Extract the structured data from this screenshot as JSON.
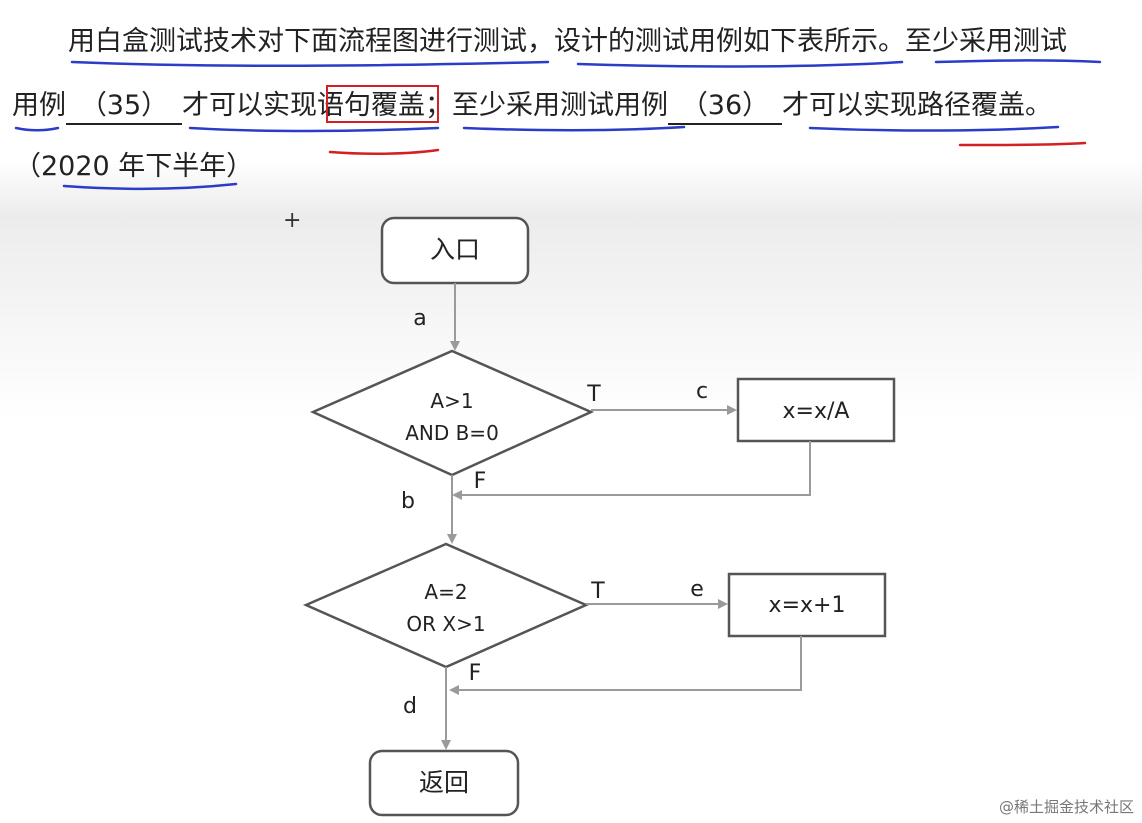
{
  "question": {
    "line1": "用白盒测试技术对下面流程图进行测试，设计的测试用例如下表所示。至少采用测试",
    "line2_a": "用例",
    "blank1": "（35）",
    "line2_b": "才可以实现语句覆盖；至少采用测试用例",
    "blank2": "（36）",
    "line2_c": "才可以实现路径覆盖。",
    "line3": "（2020 年下半年）"
  },
  "flowchart": {
    "entry": "入口",
    "edge_a": "a",
    "decision1_line1": "A>1",
    "decision1_line2": "AND B=0",
    "true1": "T",
    "edge_c": "c",
    "process1": "x=x/A",
    "false1": "F",
    "edge_b": "b",
    "decision2_line1": "A=2",
    "decision2_line2": "OR X>1",
    "true2": "T",
    "edge_e": "e",
    "process2": "x=x+1",
    "false2": "F",
    "edge_d": "d",
    "exit": "返回"
  },
  "cursor": "+",
  "watermark": "@稀土掘金技术社区",
  "colors": {
    "blue_underline": "#2a3cc8",
    "red_mark": "#d42020",
    "arrow": "#9a9a9a",
    "box_border": "#555555"
  }
}
